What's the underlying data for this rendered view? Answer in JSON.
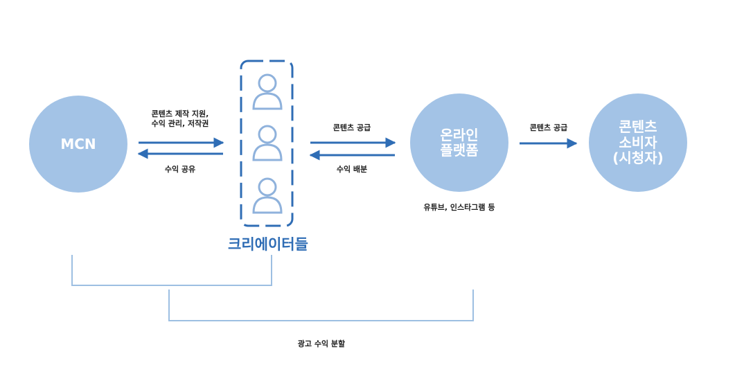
{
  "nodes": {
    "mcn": "MCN",
    "platform_line1": "온라인",
    "platform_line2": "플랫폼",
    "consumer_line1": "콘텐츠",
    "consumer_line2": "소비자",
    "consumer_line3": "(시청자)"
  },
  "creators": {
    "title": "크리에이터들",
    "icon": "user-icon"
  },
  "edges": {
    "mcn_to_creators_line1": "콘텐츠 제작 지원,",
    "mcn_to_creators_line2": "수익 관리, 저작권",
    "creators_to_mcn": "수익 공유",
    "creators_to_platform": "콘텐츠 공급",
    "platform_to_creators": "수익 배분",
    "platform_to_consumer": "콘텐츠 공급"
  },
  "platform_examples": "유튜브, 인스타그램 등",
  "ad_revenue_split": "광고 수익 분할",
  "colors": {
    "node_fill": "#a3c3e6",
    "arrow": "#2f6db5",
    "creators_title": "#2f6db5",
    "bracket": "#9dbfe2"
  }
}
